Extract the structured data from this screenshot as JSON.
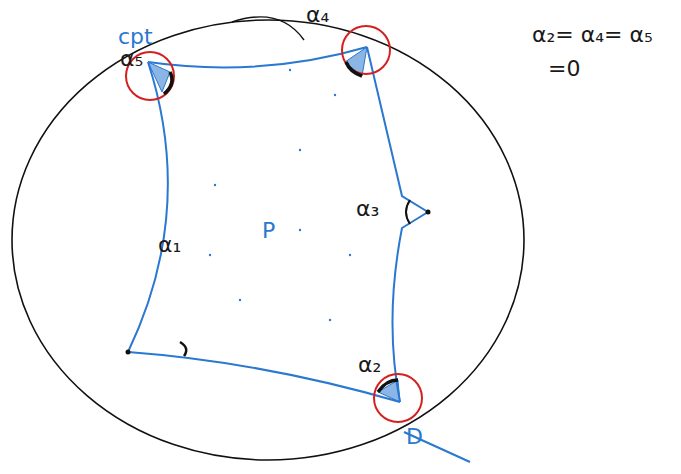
{
  "diagram": {
    "labels": [
      "cpt",
      "α₅",
      "α₄",
      "α₃",
      "α₁",
      "α₂",
      "P",
      "α₂= α₄= α₅",
      "=0",
      "D"
    ]
  }
}
